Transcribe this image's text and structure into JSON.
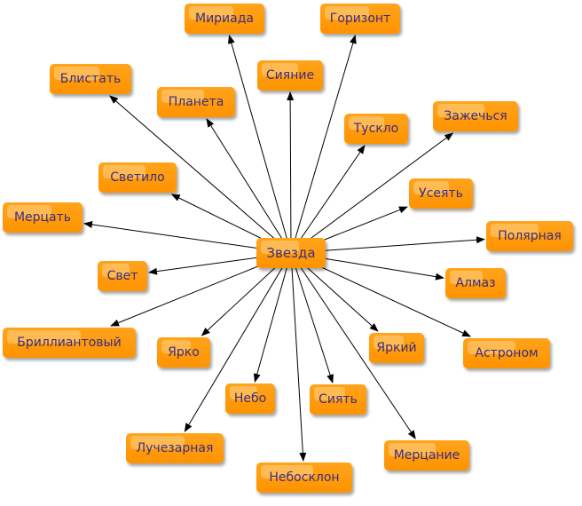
{
  "center": {
    "label": "Звезда"
  },
  "nodes": [
    {
      "label": "Мириада"
    },
    {
      "label": "Горизонт"
    },
    {
      "label": "Блистать"
    },
    {
      "label": "Сияние"
    },
    {
      "label": "Планета"
    },
    {
      "label": "Тускло"
    },
    {
      "label": "Зажечься"
    },
    {
      "label": "Светило"
    },
    {
      "label": "Усеять"
    },
    {
      "label": "Мерцать"
    },
    {
      "label": "Полярная"
    },
    {
      "label": "Свет"
    },
    {
      "label": "Алмаз"
    },
    {
      "label": "Бриллиантовый"
    },
    {
      "label": "Ярко"
    },
    {
      "label": "Яркий"
    },
    {
      "label": "Астроном"
    },
    {
      "label": "Небо"
    },
    {
      "label": "Сиять"
    },
    {
      "label": "Лучезарная"
    },
    {
      "label": "Мерцание"
    },
    {
      "label": "Небосклон"
    }
  ],
  "colors": {
    "node": "#ff9900",
    "text": "#3b2d7c",
    "edge": "#000000"
  }
}
